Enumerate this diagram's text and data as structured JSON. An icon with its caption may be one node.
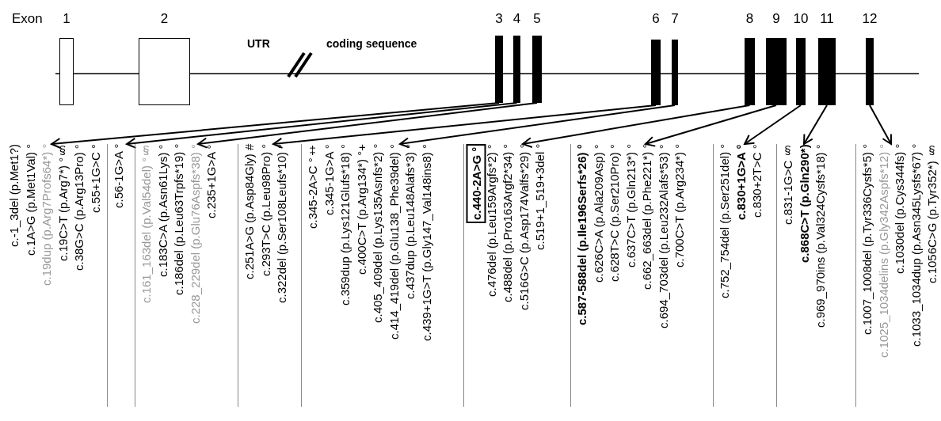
{
  "diagram": {
    "nodes": [
      {
        "text": [
          "1"
        ]
      },
      {
        "text": [
          "2"
        ]
      },
      {
        "text": [
          "3"
        ]
      },
      {
        "text": [
          "4"
        ]
      },
      {
        "text": [
          "5"
        ]
      },
      {
        "text": [
          "6"
        ]
      },
      {
        "text": [
          "7"
        ]
      },
      {
        "text": [
          "8"
        ]
      },
      {
        "text": [
          "9"
        ]
      },
      {
        "text": [
          "10"
        ]
      },
      {
        "text": [
          "11"
        ]
      },
      {
        "text": [
          "12"
        ]
      },
      {
        "text": [
          "c.-1_3del (p.Met1?)",
          "c.1A>G (p.Met1Val) °",
          "c.19dup (p.Arg7Profs64*) °",
          "c.19C>T (p.Arg7*) °§",
          "c.38G>C (p.Arg13Pro) °",
          "c.55+1G>C °"
        ]
      },
      {
        "text": [
          "c.56-1G>A °"
        ]
      },
      {
        "text": [
          "c.161_163del (p.Val54del) °§",
          "c.183C>A (p.Asn61Lys) °",
          "c.186del (p.Leu63Trpfs*19) °",
          "c.228_229del (p.Glu76Aspfs*38) °",
          "c.235+1G>A °"
        ]
      },
      {
        "text": [
          "c.251A>G (p.Asp84Gly) #",
          "c.293T>C (p.Leu98Pro) °",
          "c.322del (p.Ser108Leufs*10) °"
        ]
      },
      {
        "text": [
          "c.345-2A>C °‡",
          "c.345-1G>A °",
          "c.359dup (p.Lys121Glufs*18) °",
          "c.400C>T (p.Arg134*) °+",
          "c.405_409del (p.Lys135Asnfs*2) °",
          "c.414_419del (p.Glu138_Phe39del) °",
          "c.437dup (p.Leu148Alafs*3) °",
          "c.439+1G>T (p.Gly147_Val148ins8) °"
        ]
      },
      {
        "text": [
          "c.440-2A>G °",
          "c.476del (p.Leu159Argfs*2) °",
          "c.488del (p.Pro163Argf2*34) °",
          "c.516G>C (p.Asp174Valfs*29) °",
          "c.519+1_519+3del °"
        ]
      },
      {
        "text": [
          "c.587-588del (p.Ile196Serfs*26) °",
          "c.626C>A (p.Ala209Asp) °",
          "c.628T>C (p.Ser210Pro) °",
          "c.637C>T (p.Gln213*) °",
          "c.662_663del (p.Phe221*) °",
          "c.694_703del (p.Leu232Alafs*53) °",
          "c.700C>T (p.Arg234*) °"
        ]
      },
      {
        "text": [
          "c.752_754del (p.Ser251del) °",
          "c.830+1G>A °",
          "c.830+2T>C °"
        ]
      },
      {
        "text": [
          "c.831-1G>C §",
          "c.868C>T (p.Gln290*)",
          "c.969_970ins (p.Val324Cysfs*18) °"
        ]
      },
      {
        "text": [
          "c.1007_1008del (p.Tyr336Cysfs*5) °",
          "c.1025_1034delins (p.Gly342Aspfs*12) °",
          "c.1030del (p.Cys344fs) °",
          "c.1033_1034dup (p.Asn345Lysfs*67) °",
          "c.1056C>G (p.Tyr352*) §"
        ]
      }
    ],
    "edges": [
      {
        "from": 2,
        "to": 12,
        "arrow": "to"
      },
      {
        "from": 3,
        "to": 13,
        "arrow": "to"
      },
      {
        "from": 4,
        "to": 14,
        "arrow": "to"
      },
      {
        "from": 5,
        "to": 15,
        "arrow": "to"
      },
      {
        "from": 6,
        "to": 16,
        "arrow": "to"
      },
      {
        "from": 7,
        "to": 17,
        "arrow": "to"
      },
      {
        "from": 8,
        "to": 18,
        "arrow": "to"
      },
      {
        "from": 9,
        "to": 19,
        "arrow": "to"
      },
      {
        "from": 10,
        "to": 20,
        "arrow": "to"
      },
      {
        "from": 11,
        "to": 21,
        "arrow": "to"
      }
    ],
    "labels": [
      "Exon",
      "UTR",
      "coding sequence"
    ]
  }
}
